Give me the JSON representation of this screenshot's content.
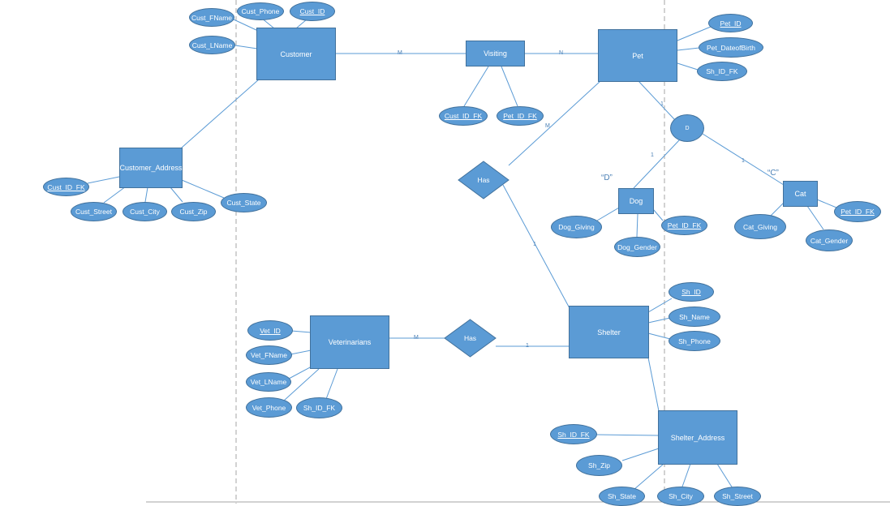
{
  "entities": {
    "customer": "Customer",
    "visiting": "Visiting",
    "pet": "Pet",
    "customer_address": "Customer_Address",
    "dog": "Dog",
    "cat": "Cat",
    "veterinarians": "Veterinarians",
    "shelter": "Shelter",
    "shelter_address": "Shelter_Address"
  },
  "attributes": {
    "cust_fname": "Cust_FName",
    "cust_phone": "Cust_Phone",
    "cust_id": "Cust_ID",
    "cust_lname": "Cust_LName",
    "visit_cust_id_fk": "Cust_ID_FK",
    "visit_pet_id_fk": "Pet_ID_FK",
    "pet_id": "Pet_ID",
    "pet_dob": "Pet_DateofBirth",
    "pet_sh_id_fk": "Sh_ID_FK",
    "addr_cust_id_fk": "Cust_ID_FK",
    "cust_street": "Cust_Street",
    "cust_city": "Cust_City",
    "cust_zip": "Cust_Zip",
    "cust_state": "Cust_State",
    "dog_giving": "Dog_Giving",
    "dog_gender": "Dog_Gender",
    "dog_pet_id_fk": "Pet_ID_FK",
    "cat_giving": "Cat_Giving",
    "cat_gender": "Cat_Gender",
    "cat_pet_id_fk": "Pet_ID_FK",
    "vet_id": "Vet_ID",
    "vet_fname": "Vet_FName",
    "vet_lname": "Vet_LName",
    "vet_phone": "Vet_Phone",
    "vet_sh_id_fk": "Sh_ID_FK",
    "sh_id": "Sh_ID",
    "sh_name": "Sh_Name",
    "sh_phone": "Sh_Phone",
    "shaddr_sh_id_fk": "Sh_ID_FK",
    "sh_zip": "Sh_Zip",
    "sh_state": "Sh_State",
    "sh_city": "Sh_City",
    "sh_street": "Sh_Street"
  },
  "relationships": {
    "pet_shelter_has": "Has",
    "vet_shelter_has": "Has"
  },
  "disjoint_symbol": "D",
  "specialization_labels": {
    "dog": "“D”",
    "cat": "“C”"
  },
  "cardinalities": {
    "customer_visiting": "M",
    "visiting_pet": "N",
    "pet_disjoint": "1",
    "disjoint_dog": "1",
    "disjoint_cat": "1",
    "pet_has": "M",
    "has_shelter": "1",
    "vet_has": "M",
    "has_vet_shelter": "1"
  },
  "colors": {
    "shape_fill": "#5b9bd5",
    "shape_border": "#41719c",
    "line": "#5b9bd5",
    "text_on_shape": "#ffffff",
    "label_text": "#4a7fb5",
    "guide_line": "#a6a6a6"
  }
}
